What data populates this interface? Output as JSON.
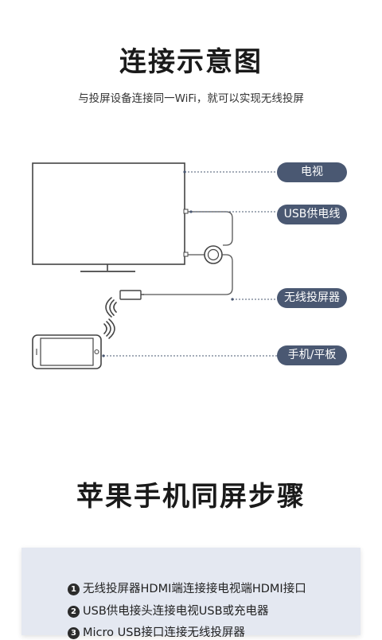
{
  "header": {
    "title": "连接示意图",
    "subtitle": "与投屏设备连接同一WiFi，就可以实现无线投屏"
  },
  "labels": {
    "tv": "电视",
    "usb_power": "USB供电线",
    "receiver": "无线投屏器",
    "phone": "手机/平板"
  },
  "steps_section": {
    "title": "苹果手机同屏步骤",
    "steps": [
      {
        "num": "1",
        "text": "无线投屏器HDMI端连接接电视端HDMI接口"
      },
      {
        "num": "2",
        "text": "USB供电接头连接电视USB或充电器"
      },
      {
        "num": "3",
        "text": "Micro USB接口连接无线投屏器"
      }
    ]
  },
  "colors": {
    "pill_bg": "#4a5872",
    "line": "#555555",
    "dotted": "#4a5872",
    "card_bg": "#e4e8f1"
  }
}
